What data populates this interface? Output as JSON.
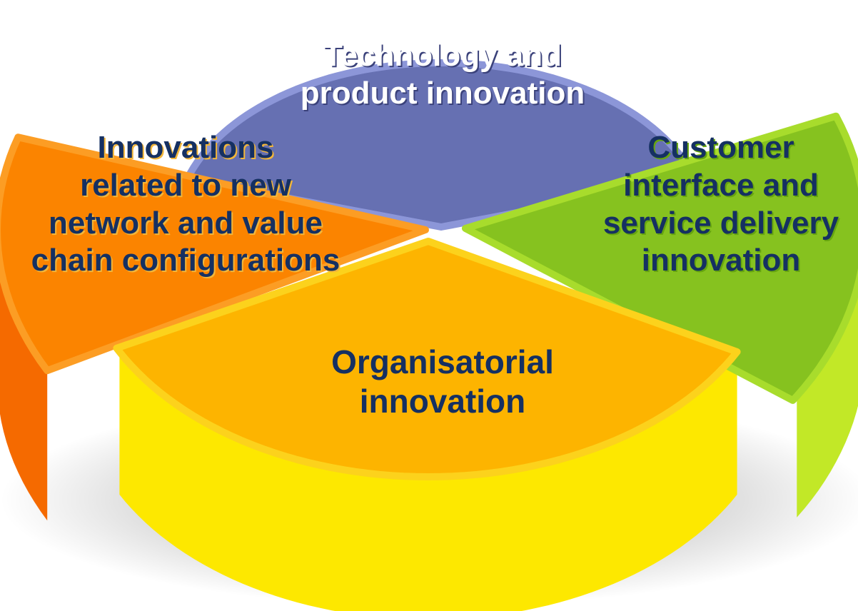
{
  "segments": [
    {
      "id": "technology",
      "label": "Technology and\nproduct innovation",
      "top_color": "#6670b2",
      "side_color": "#4a5393",
      "edge_color": "#8c96d8",
      "text_color": "#ffffff",
      "text_shadow": "#3a417a"
    },
    {
      "id": "customer",
      "label": "Customer\ninterface and\nservice delivery\ninnovation",
      "top_color": "#86c21f",
      "side_color": "#c2e827",
      "edge_color": "#a8dc2c",
      "text_color": "#153062",
      "text_shadow": "#66a50f"
    },
    {
      "id": "organisational",
      "label": "Organisatorial\ninnovation",
      "top_color": "#fdb400",
      "side_color": "#fde800",
      "edge_color": "#fcd21c",
      "text_color": "#153062",
      "text_shadow": ""
    },
    {
      "id": "network",
      "label": "Innovations\nrelated to new\nnetwork and value\nchain configurations",
      "top_color": "#fb8400",
      "side_color": "#f56a00",
      "edge_color": "#fc9d24",
      "text_color": "#153062",
      "text_shadow": "#f2b63a"
    }
  ]
}
